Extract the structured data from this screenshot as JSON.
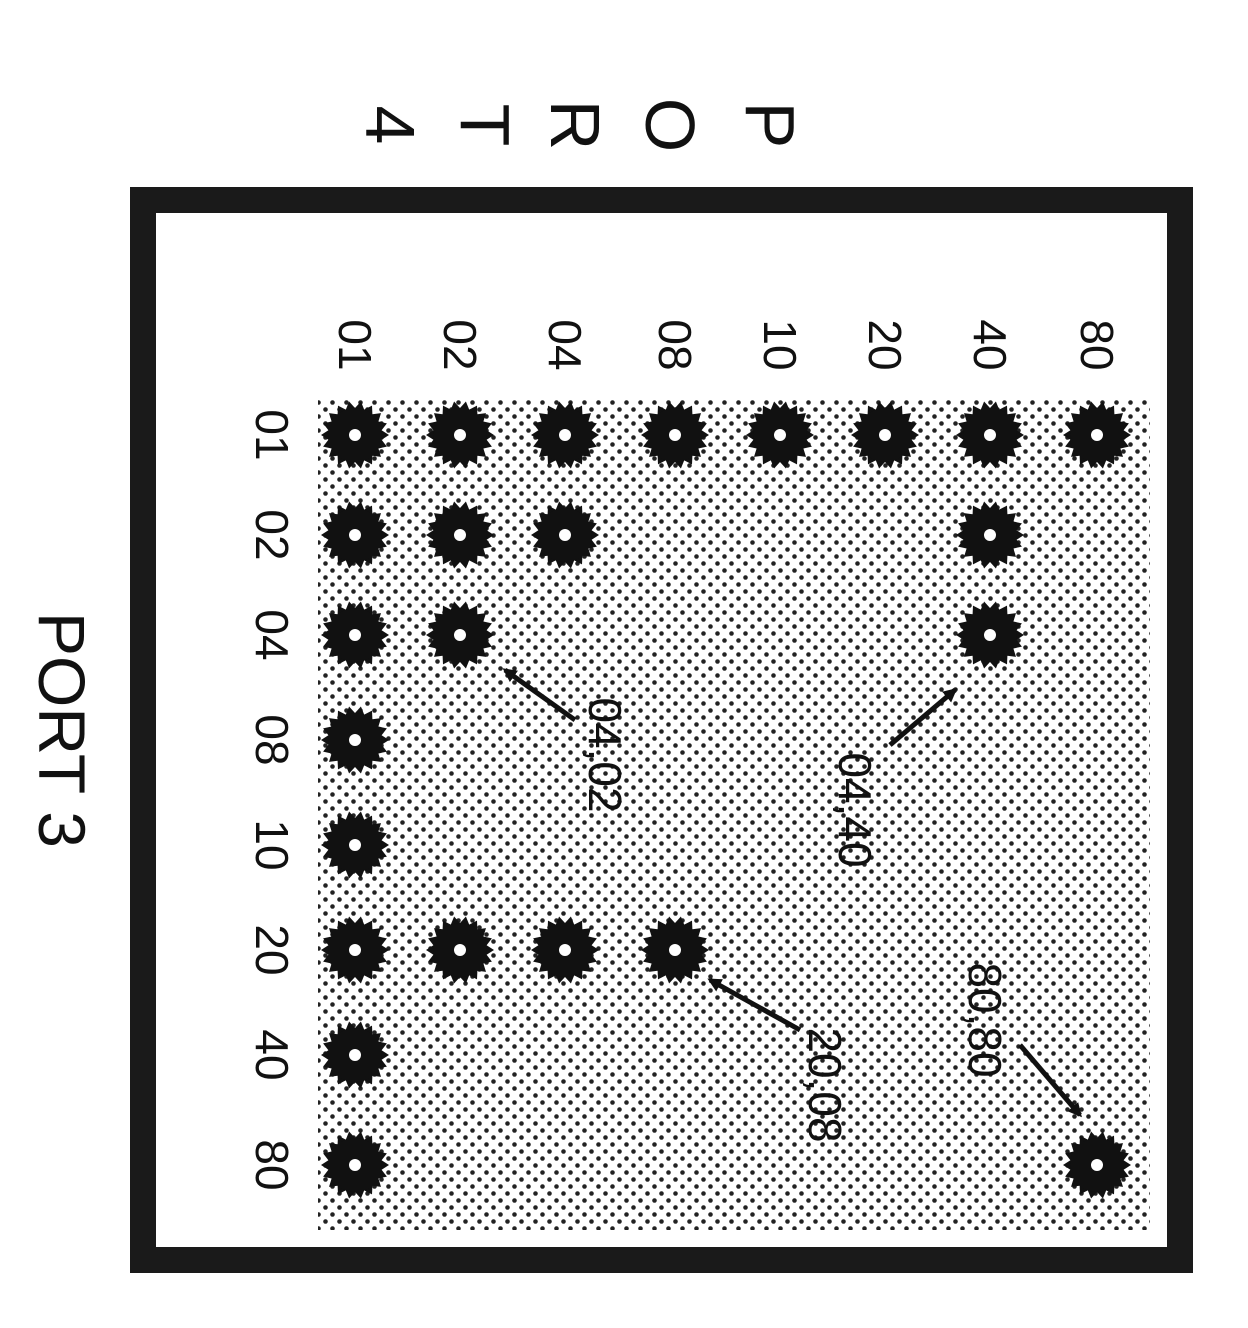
{
  "port_top": {
    "letters": [
      "P",
      "O",
      "R",
      "T",
      "4"
    ]
  },
  "port_bottom": {
    "label": "PORT 3"
  },
  "col_labels": [
    "01",
    "02",
    "04",
    "08",
    "10",
    "20",
    "40",
    "80"
  ],
  "row_labels": [
    "80",
    "40",
    "20",
    "10",
    "08",
    "04",
    "02",
    "01"
  ],
  "annotations": [
    "80,80",
    "04,40",
    "20,08",
    "04,02"
  ],
  "colors": {
    "frame": "#1a1a1a",
    "dot": "#111111",
    "hole": "#ffffff",
    "screen": "#bfbfbf"
  }
}
